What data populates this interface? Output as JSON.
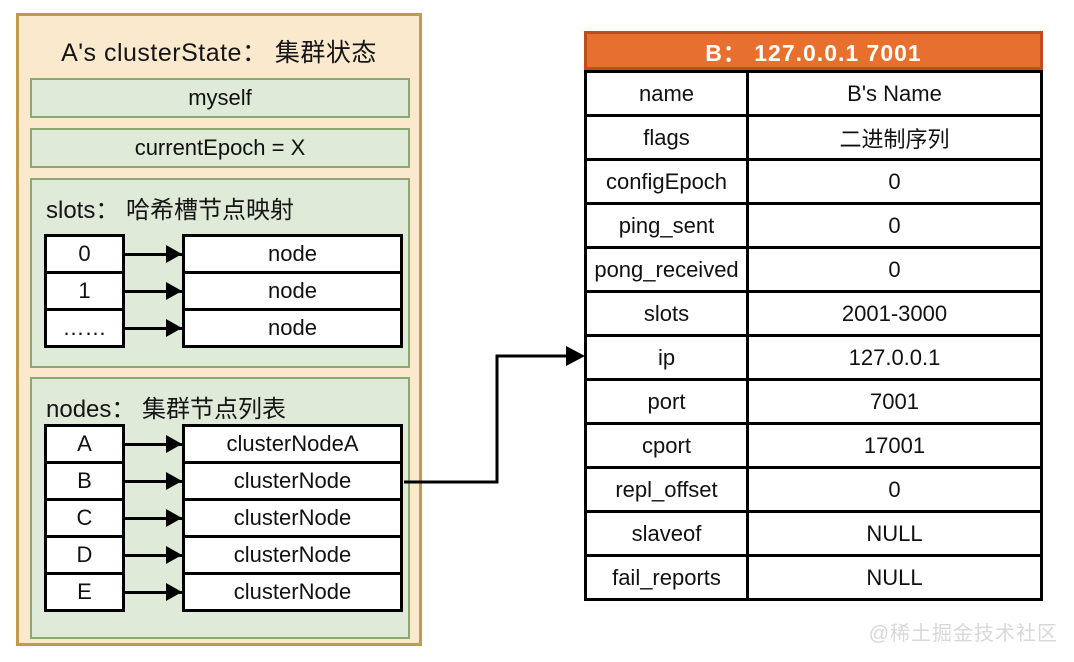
{
  "left_panel": {
    "title": "A's clusterState： 集群状态",
    "myself_label": "myself",
    "current_epoch_label": "currentEpoch = X",
    "slots_section": {
      "title": "slots： 哈希槽节点映射",
      "rows": [
        {
          "index": "0",
          "target": "node"
        },
        {
          "index": "1",
          "target": "node"
        },
        {
          "index": "……",
          "target": "node"
        }
      ]
    },
    "nodes_section": {
      "title": "nodes： 集群节点列表",
      "rows": [
        {
          "index": "A",
          "target": "clusterNodeA"
        },
        {
          "index": "B",
          "target": "clusterNode"
        },
        {
          "index": "C",
          "target": "clusterNode"
        },
        {
          "index": "D",
          "target": "clusterNode"
        },
        {
          "index": "E",
          "target": "clusterNode"
        }
      ]
    }
  },
  "node_table": {
    "header": "B： 127.0.0.1 7001",
    "rows": [
      {
        "field": "name",
        "value": "B's Name"
      },
      {
        "field": "flags",
        "value": "二进制序列"
      },
      {
        "field": "configEpoch",
        "value": "0"
      },
      {
        "field": "ping_sent",
        "value": "0"
      },
      {
        "field": "pong_received",
        "value": "0"
      },
      {
        "field": "slots",
        "value": "2001-3000"
      },
      {
        "field": "ip",
        "value": "127.0.0.1"
      },
      {
        "field": "port",
        "value": "7001"
      },
      {
        "field": "cport",
        "value": "17001"
      },
      {
        "field": "repl_offset",
        "value": "0"
      },
      {
        "field": "slaveof",
        "value": "NULL"
      },
      {
        "field": "fail_reports",
        "value": "NULL"
      }
    ]
  },
  "watermark": "@稀土掘金技术社区",
  "colors": {
    "panel_background": "#FBE9CD",
    "panel_border": "#BF9B4E",
    "green_box_background": "#DFEAD8",
    "green_box_border": "#8CA871",
    "table_header_background": "#E8702E",
    "table_header_border": "#BC4E1E",
    "table_header_text": "#FFFFFF",
    "line_color": "#000000",
    "watermark_color": "#D8D8D8"
  }
}
